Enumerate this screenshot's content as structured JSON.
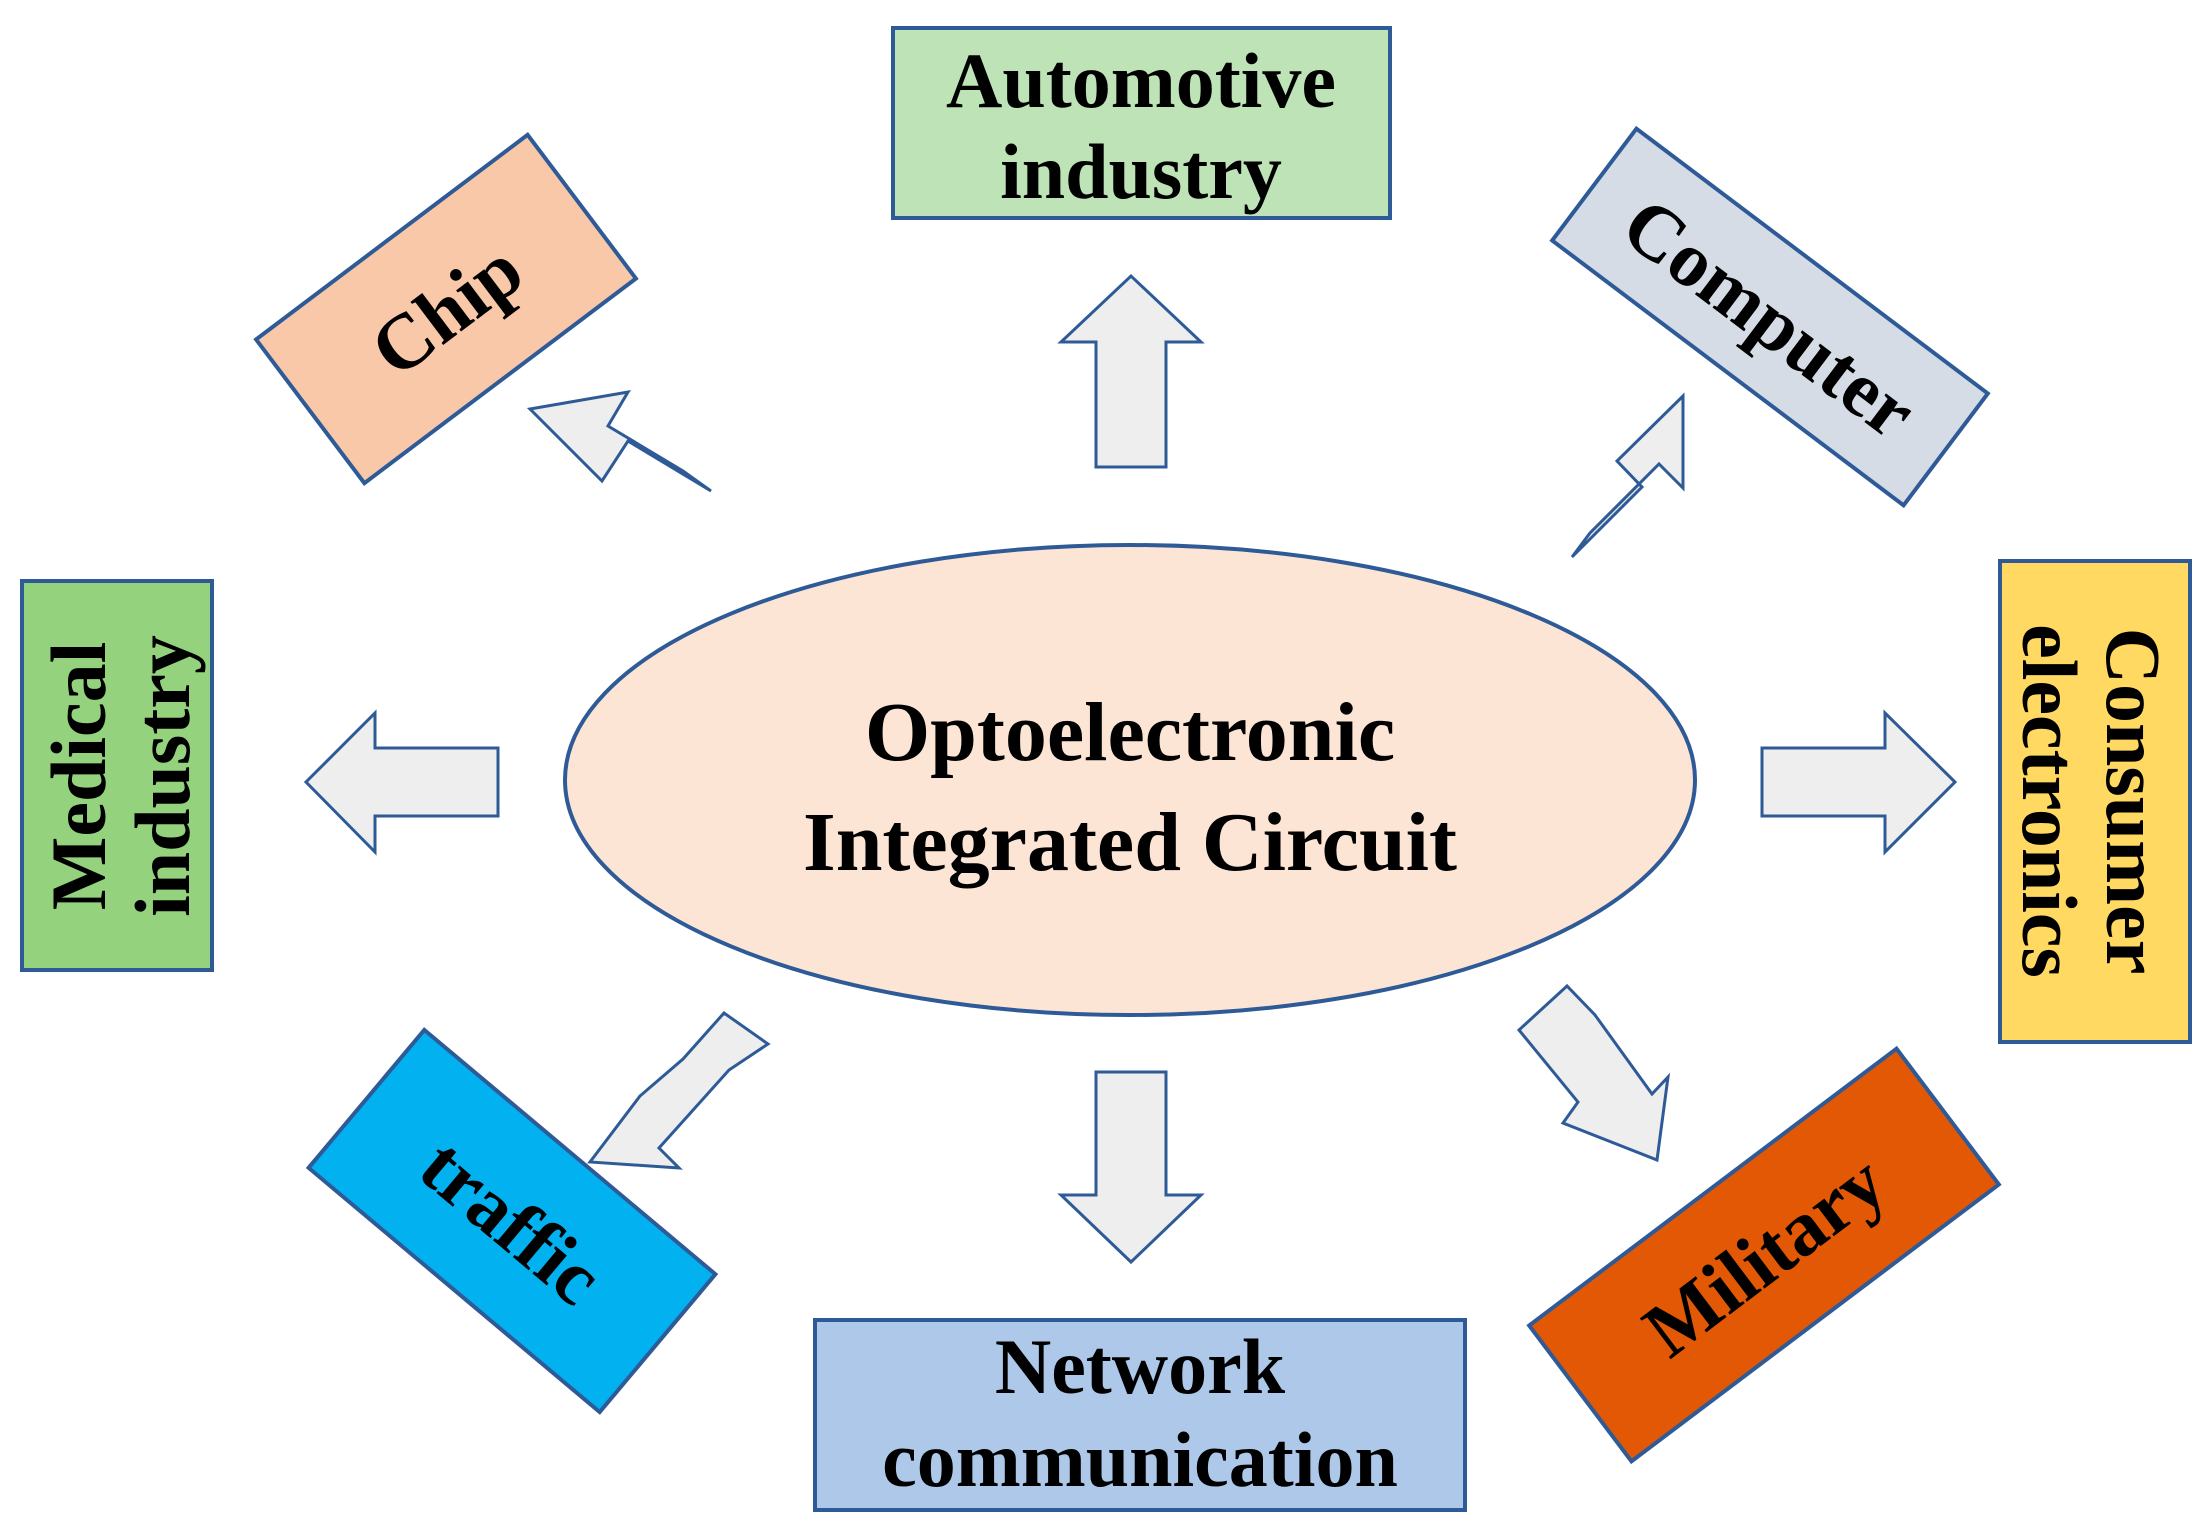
{
  "center": {
    "line1": "Optoelectronic",
    "line2": "Integrated Circuit",
    "fill": "#fde5d6",
    "stroke": "#2e5b97"
  },
  "boxes": {
    "automotive": {
      "line1": "Automotive",
      "line2": "industry",
      "fill": "#bde3b7"
    },
    "computer": {
      "line1": "Computer",
      "fill": "#d5dce6"
    },
    "chip": {
      "line1": "Chip",
      "fill": "#f9c8a8"
    },
    "medical": {
      "line1": "Medical",
      "line2": "industry",
      "fill": "#94d27e"
    },
    "consumer": {
      "line1": "Consumer",
      "line2": "electronics",
      "fill": "#ffd961"
    },
    "traffic": {
      "line1": "traffic",
      "fill": "#02b1ef"
    },
    "network": {
      "line1": "Network",
      "line2": "communication",
      "fill": "#adc8e8"
    },
    "military": {
      "line1": "Military",
      "fill": "#e25804"
    }
  },
  "arrow_fill": "#eeeeee",
  "border_color": "#2e5b97"
}
